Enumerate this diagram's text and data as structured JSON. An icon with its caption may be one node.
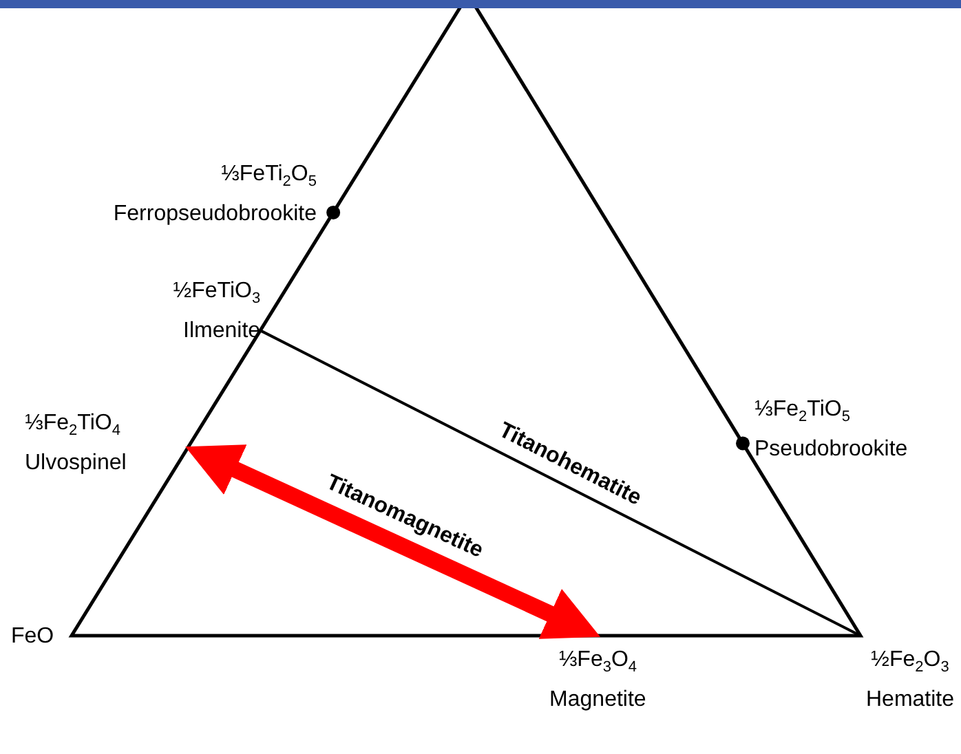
{
  "diagram": {
    "nodes": [
      {
        "text": [
          "⅓FeTi$_{2}$O$_{5}$",
          "Ferropseudobrookite"
        ]
      },
      {
        "text": [
          "½FeTiO$_{3}$",
          "Ilmenite"
        ]
      },
      {
        "text": [
          "⅓Fe$_{2}$TiO$_{5}$",
          "Pseudobrookite"
        ]
      },
      {
        "text": [
          "⅓Fe$_{2}$TiO$_{4}$",
          "Ulvospinel"
        ]
      },
      {
        "text": [
          "FeO"
        ]
      },
      {
        "text": [
          "½Fe$_{2}$O$_{3}$",
          "Hematite"
        ]
      },
      {
        "text": [
          "⅓Fe$_{3}$O$_{4}$",
          "Magnetite"
        ]
      }
    ],
    "edges": [
      {
        "from": 1,
        "to": 5,
        "arrow": "none",
        "label": "Titanohematite"
      },
      {
        "from": 3,
        "to": 6,
        "arrow": "both",
        "label": "Titanomagnetite",
        "style": "thick",
        "color": "#ff0000"
      }
    ]
  }
}
